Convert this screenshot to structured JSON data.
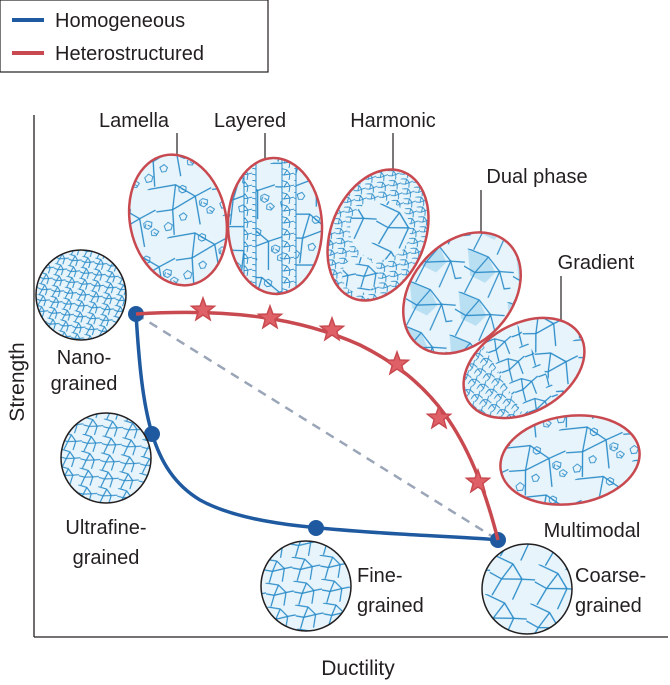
{
  "legend": {
    "homogeneous": "Homogeneous",
    "heterostructured": "Heterostructured"
  },
  "colors": {
    "homogeneous": "#1f5aa0",
    "heterostructured": "#c8494f",
    "grain_line": "#2b8cc9",
    "grain_fill": "#e7f4fb",
    "grain_accent": "#b9dff3",
    "star_fill": "#e06067",
    "dashed": "#9aa6b8"
  },
  "axes": {
    "x_label": "Ductility",
    "y_label": "Strength"
  },
  "homogeneous_labels": {
    "nano": [
      "Nano-",
      "grained"
    ],
    "ultrafine": [
      "Ultrafine-",
      "grained"
    ],
    "fine": [
      "Fine-",
      "grained"
    ],
    "coarse": [
      "Coarse-",
      "grained"
    ]
  },
  "hetero_labels": {
    "lamella": "Lamella",
    "layered": "Layered",
    "harmonic": "Harmonic",
    "dual_phase": "Dual phase",
    "gradient": "Gradient",
    "multimodal": "Multimodal"
  }
}
